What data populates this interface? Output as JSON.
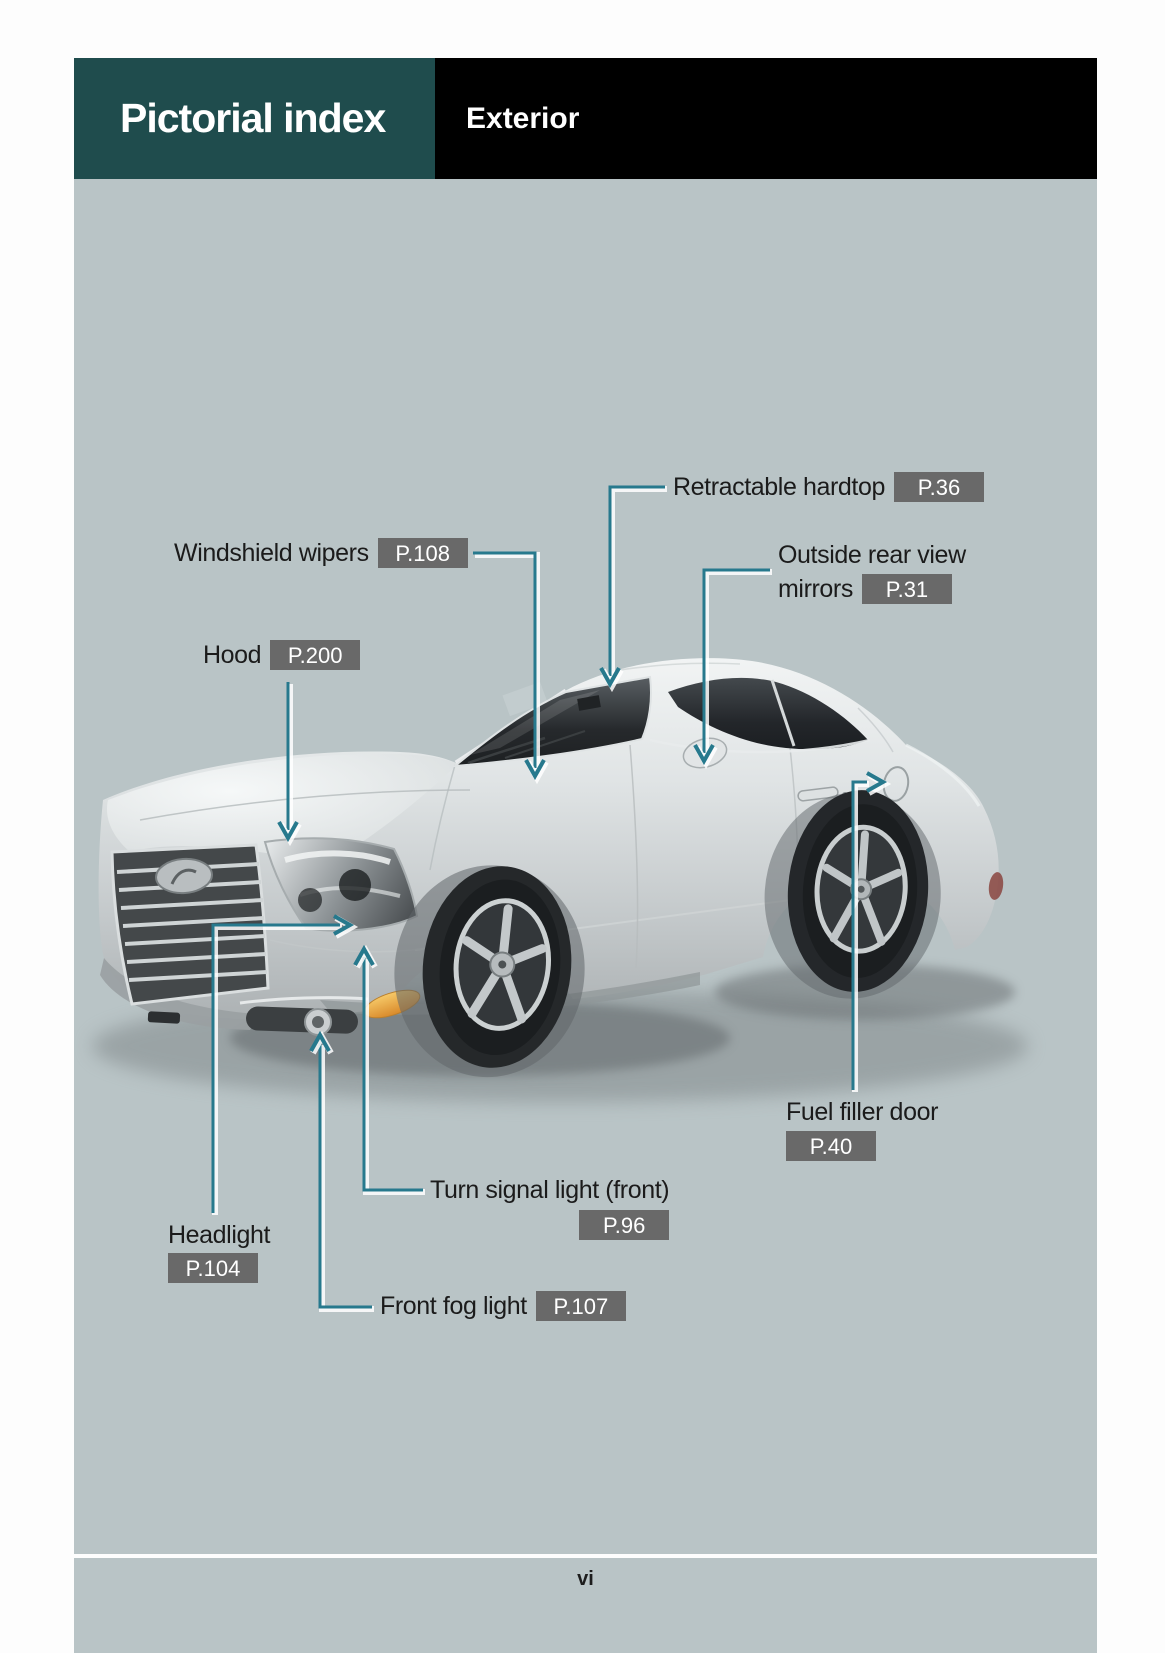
{
  "header": {
    "title": "Pictorial index",
    "subtitle": "Exterior"
  },
  "callouts": {
    "retractable_hardtop": {
      "label": "Retractable hardtop",
      "page": "P.36"
    },
    "windshield_wipers": {
      "label": "Windshield wipers",
      "page": "P.108"
    },
    "outside_mirrors": {
      "label_line1": "Outside rear view",
      "label_line2": "mirrors",
      "page": "P.31"
    },
    "hood": {
      "label": "Hood",
      "page": "P.200"
    },
    "fuel_filler_door": {
      "label": "Fuel filler door",
      "page": "P.40"
    },
    "turn_signal": {
      "label": "Turn signal light (front)",
      "page": "P.96"
    },
    "headlight": {
      "label": "Headlight",
      "page": "P.104"
    },
    "front_fog_light": {
      "label": "Front fog light",
      "page": "P.107"
    }
  },
  "footer": {
    "page_number": "vi"
  },
  "image": {
    "subject": "Silver convertible coupe, front three-quarter view"
  },
  "colors": {
    "panel_bg": "#b9c4c6",
    "header_teal": "#1f4c4d",
    "header_black": "#000000",
    "callout_line": "#27798d",
    "ref_box_bg": "#696969",
    "ref_box_text": "#ffffff",
    "label_text": "#1b1b1b"
  }
}
